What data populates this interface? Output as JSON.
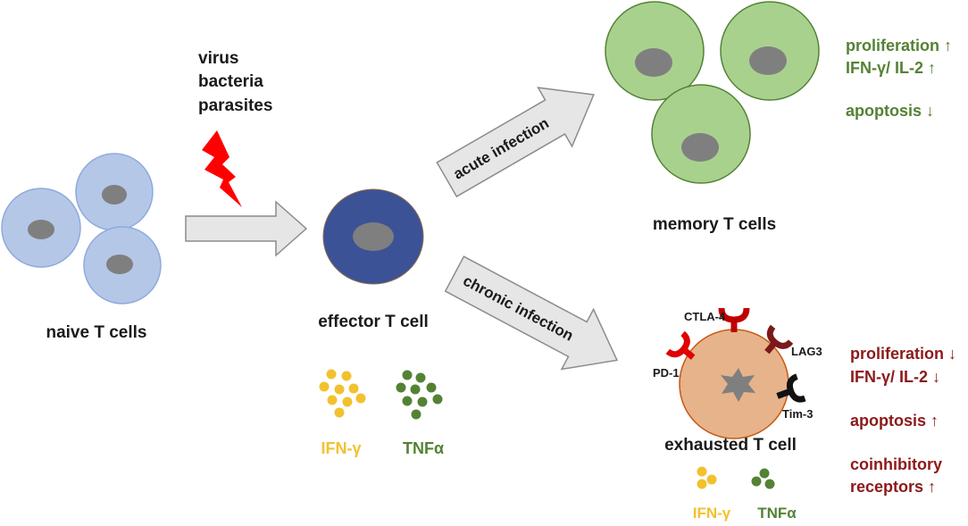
{
  "stimuli": [
    "virus",
    "bacteria",
    "parasites"
  ],
  "labels": {
    "naive": "naive T cells",
    "effector": "effector T cell",
    "memory": "memory T cells",
    "exhausted": "exhausted T cell"
  },
  "arrows": {
    "acute": "acute infection",
    "chronic": "chronic infection"
  },
  "effector_cytokines": {
    "ifn": "IFN-γ",
    "tnf": "TNFα"
  },
  "exhausted_cytokines": {
    "ifn": "IFN-γ",
    "tnf": "TNFα"
  },
  "memory_effects": {
    "proliferation": "proliferation ↑",
    "ifn_il2": "IFN-γ/ IL-2 ↑",
    "apoptosis": "apoptosis ↓"
  },
  "exhausted_effects": {
    "proliferation": "proliferation ↓",
    "ifn_il2": "IFN-γ/ IL-2 ↓",
    "apoptosis": "apoptosis ↑",
    "coinhib_1": "coinhibitory",
    "coinhib_2": "receptors ↑"
  },
  "receptors": {
    "ctla4": "CTLA-4",
    "lag3": "LAG3",
    "pd1": "PD-1",
    "tim3": "Tim-3"
  },
  "colors": {
    "naive_fill": "#b4c7e7",
    "naive_stroke": "#8faadc",
    "nucleus": "#7f7f7f",
    "effector_fill": "#3c5296",
    "memory_fill": "#a9d18e",
    "memory_stroke": "#548235",
    "exhausted_fill": "#e7b38a",
    "exhausted_stroke": "#c55a11",
    "arrow_fill": "#e7e6e6",
    "arrow_stroke": "#8c8c8c",
    "lightning": "#ff0000",
    "ifn_dots": "#f2c12e",
    "tnf_dots": "#548235",
    "green_text": "#548235",
    "red_text": "#8b1a1a",
    "ctla4": "#c00000",
    "pd1": "#e00000",
    "lag3": "#7a1a1a",
    "tim3": "#111111"
  }
}
